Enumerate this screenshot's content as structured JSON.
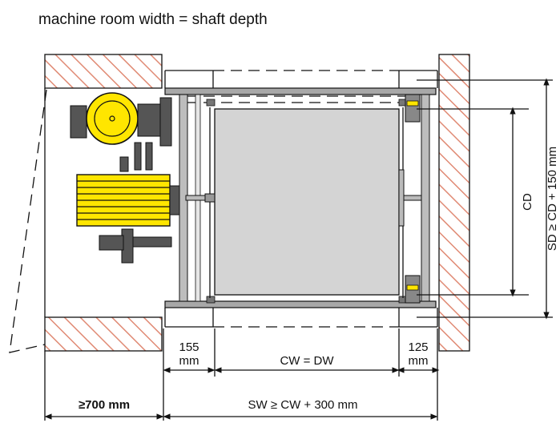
{
  "diagram": {
    "title": "machine room width = shaft depth",
    "labels": {
      "left_gap_value": "155",
      "left_gap_unit": "mm",
      "car_width": "CW = DW",
      "right_gap_value": "125",
      "right_gap_unit": "mm",
      "machine_room_width": "≥700 mm",
      "shaft_width": "SW ≥ CW + 300 mm",
      "car_depth": "CD",
      "shaft_depth": "SD ≥ CD + 150 mm"
    },
    "colors": {
      "wall_hatch": "#e08a74",
      "car_fill": "#d4d4d4",
      "motor_yellow": "#ffe600",
      "machine_grey": "#555555",
      "rail_grey": "#a8a8a8"
    }
  }
}
